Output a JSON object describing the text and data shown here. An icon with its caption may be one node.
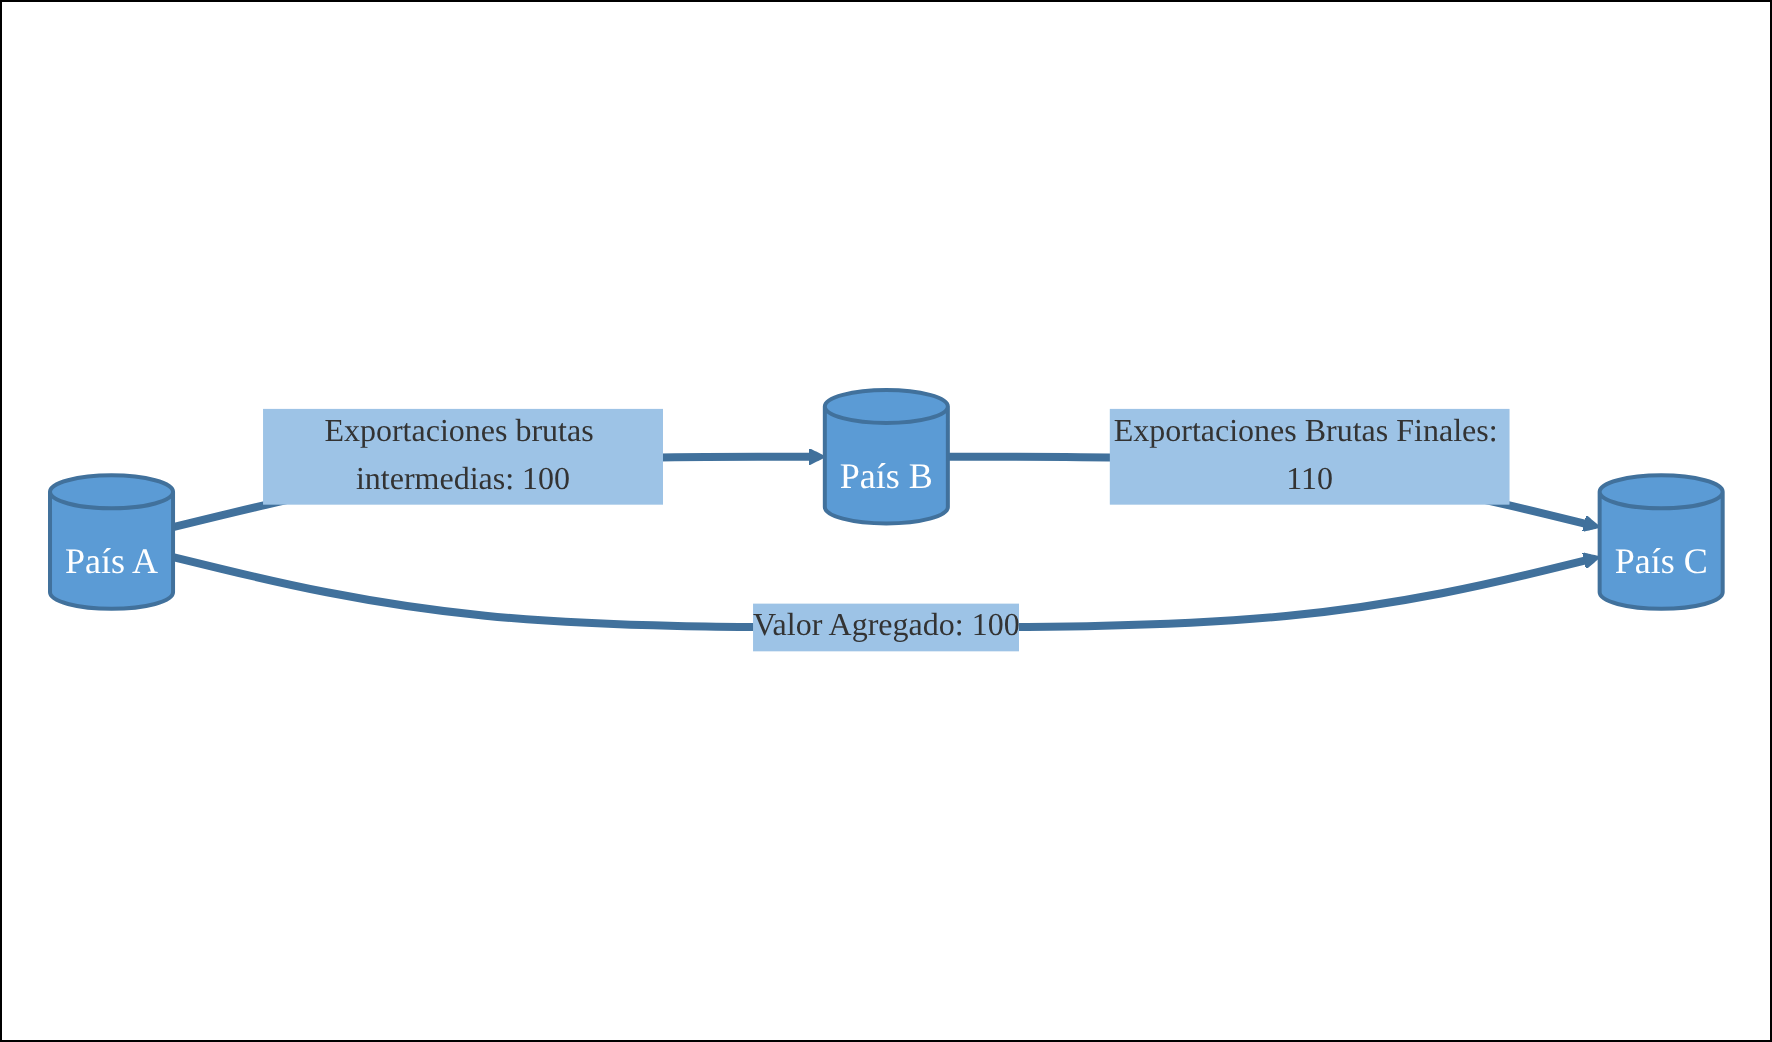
{
  "diagram": {
    "nodes": [
      {
        "text": [
          "País A"
        ]
      },
      {
        "text": [
          "País B"
        ]
      },
      {
        "text": [
          "País C"
        ]
      }
    ],
    "edges": [
      {
        "from": 0,
        "to": 1,
        "arrow": "to",
        "label": "Exportaciones brutas intermedias: 100"
      },
      {
        "from": 1,
        "to": 2,
        "arrow": "to",
        "label": "Exportaciones Brutas Finales: 110"
      },
      {
        "from": 0,
        "to": 2,
        "arrow": "to",
        "label": "Valor Agregado: 100"
      }
    ]
  }
}
